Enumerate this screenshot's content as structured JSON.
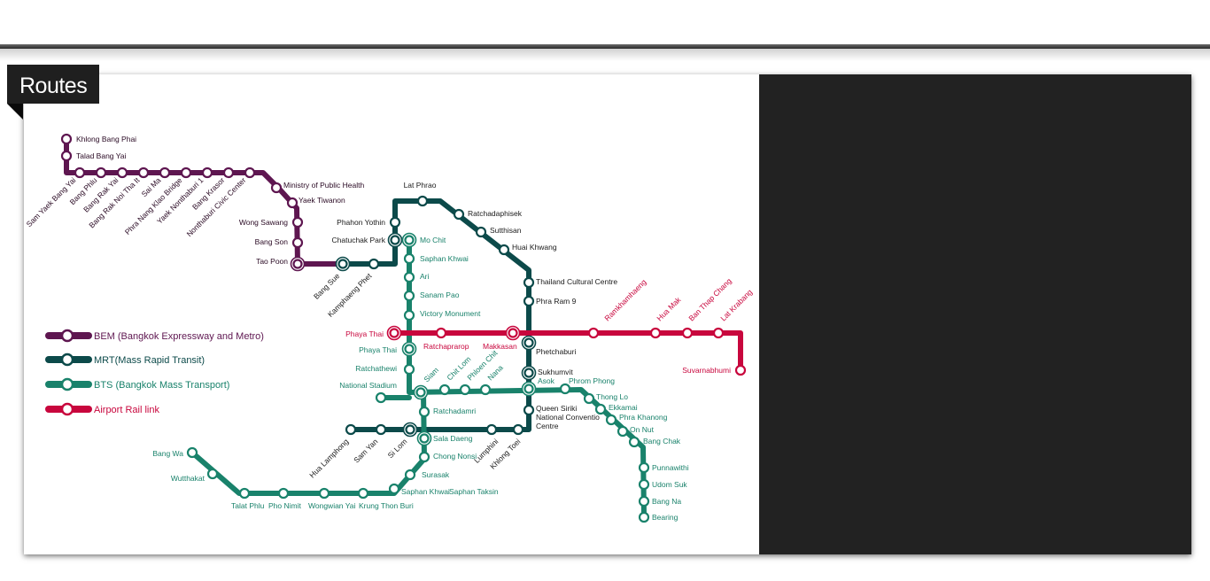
{
  "page": {
    "tab_title": "Routes"
  },
  "colors": {
    "bem": "#5e1650",
    "mrt": "#0c4a4a",
    "bts": "#19826b",
    "arl": "#c8063d",
    "panel_bg": "#222222"
  },
  "legend": {
    "bem": "BEM (Bangkok Expressway and Metro)",
    "mrt": "MRT(Mass Rapid Transit)",
    "bts": "BTS (Bangkok Mass Transport)",
    "arl": "Airport Rail link"
  },
  "stations": {
    "bem_1": "Khlong Bang Phai",
    "bem_2": "Talad Bang Yai",
    "bem_3": "Sam Yaek Bang Yai",
    "bem_4": "Bang Phlu",
    "bem_5": "Bang Rak Yai",
    "bem_6": "Bang Rak Noi Tha It",
    "bem_7": "Sai Ma",
    "bem_8": "Phra Nang Klao Bridge",
    "bem_9": "Yaek Nonthaburi 1",
    "bem_10": "Bang Krasor",
    "bem_11": "Nonthaburi Civic Center",
    "bem_12": "Ministry of Public Health",
    "bem_13": "Yaek Tiwanon",
    "bem_14": "Wong Sawang",
    "bem_15": "Bang Son",
    "bem_16": "Tao Poon",
    "mrt_1": "Bang Sue",
    "mrt_2": "Kamphaeng Phet",
    "mrt_3": "Chatuchak Park",
    "mrt_4": "Phahon Yothin",
    "mrt_5": "Lat Phrao",
    "mrt_6": "Ratchadaphisek",
    "mrt_7": "Sutthisan",
    "mrt_8": "Huai Khwang",
    "mrt_9": "Thailand Cultural Centre",
    "mrt_10": "Phra Ram 9",
    "mrt_11": "Phetchaburi",
    "mrt_12": "Sukhumvit",
    "mrt_13": "Queen Sirikit National Convention Centre",
    "mrt_14": "Khlong Toei",
    "mrt_15": "Lumphini",
    "mrt_16": "Si Lom",
    "mrt_17": "Sam Yan",
    "mrt_18": "Hua Lamphong",
    "bts_1": "Mo Chit",
    "bts_2": "Saphan Khwai",
    "bts_3": "Ari",
    "bts_4": "Sanam Pao",
    "bts_5": "Victory Monument",
    "bts_6": "Phaya Thai",
    "bts_7": "Ratchathewi",
    "bts_8": "National Stadium",
    "bts_9": "Siam",
    "bts_10": "Chit Lom",
    "bts_11": "Phloen Chit",
    "bts_12": "Nana",
    "bts_13": "Asok",
    "bts_14": "Phrom Phong",
    "bts_15": "Thong Lo",
    "bts_16": "Ekkamai",
    "bts_17": "Phra Khanong",
    "bts_18": "On Nut",
    "bts_19": "Bang Chak",
    "bts_20": "Punnawithi",
    "bts_21": "Udom Suk",
    "bts_22": "Bang Na",
    "bts_23": "Bearing",
    "bts_24": "Ratchadamri",
    "bts_25": "Sala Daeng",
    "bts_26": "Chong Nonsi",
    "bts_27": "Surasak",
    "bts_28": "Saphan Taksin",
    "bts_29": "Saphan Khwai",
    "bts_30": "Krung Thon Buri",
    "bts_31": "Wongwian Yai",
    "bts_32": "Pho Nimit",
    "bts_33": "Talat Phlu",
    "bts_34": "Wutthakat",
    "bts_35": "Bang Wa",
    "arl_1": "Phaya Thai",
    "arl_2": "Ratchaprarop",
    "arl_3": "Makkasan",
    "arl_4": "Ramkhamhaeng",
    "arl_5": "Hua Mak",
    "arl_6": "Ban Thap Chang",
    "arl_7": "Lat Krabang",
    "arl_8": "Suvarnabhumi"
  }
}
